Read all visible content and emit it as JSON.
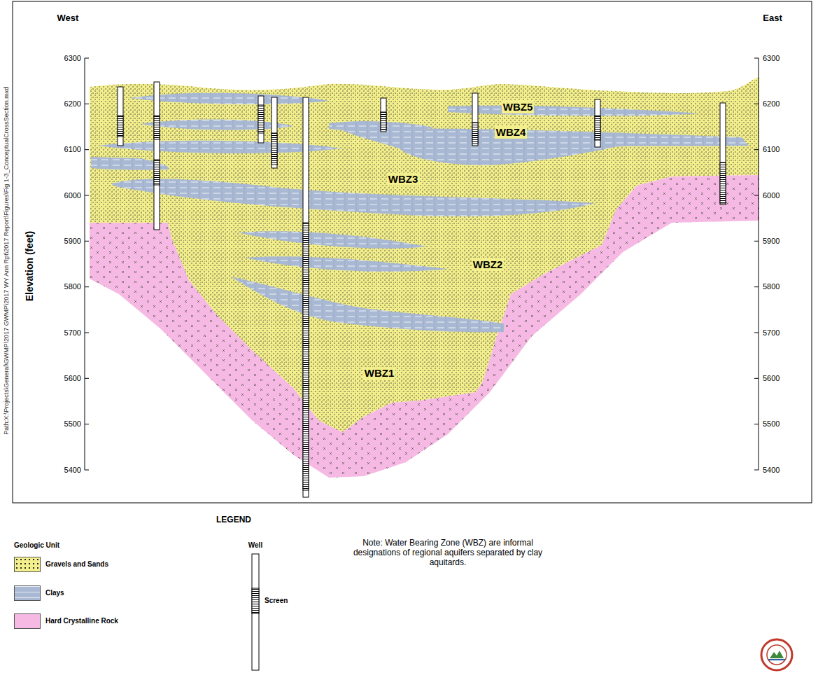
{
  "diagram": {
    "labels": [
      "West",
      "East",
      "6300",
      "6200",
      "6100",
      "6000",
      "5900",
      "5800",
      "5700",
      "5600",
      "5500",
      "5400",
      "6300",
      "6200",
      "6100",
      "6000",
      "5900",
      "5800",
      "5700",
      "5600",
      "5500",
      "5400",
      "Elevation (feet)",
      "WBZ5",
      "WBZ4",
      "WBZ3",
      "WBZ2",
      "WBZ1",
      "Path:X:\\Projects\\General\\GWMP\\2017 GWMP\\2017 WY Ann Rpt\\2017 Report\\Figures\\Fig 1-3_ConceptualCrossSection.mxd",
      "LEGEND",
      "Geologic Unit",
      "Note: Water Bearing Zone (WBZ) are informal designations of regional aquifers separated by clay aquitards."
    ],
    "legend": [
      {
        "text": "Gravels and Sands",
        "color": "#f3ef8c"
      },
      {
        "text": "Clays",
        "color": "#a9b9d3"
      },
      {
        "text": "Hard Crystalline Rock",
        "color": "#f6b9e3"
      },
      {
        "text": "Well"
      },
      {
        "text": "Screen"
      }
    ]
  }
}
